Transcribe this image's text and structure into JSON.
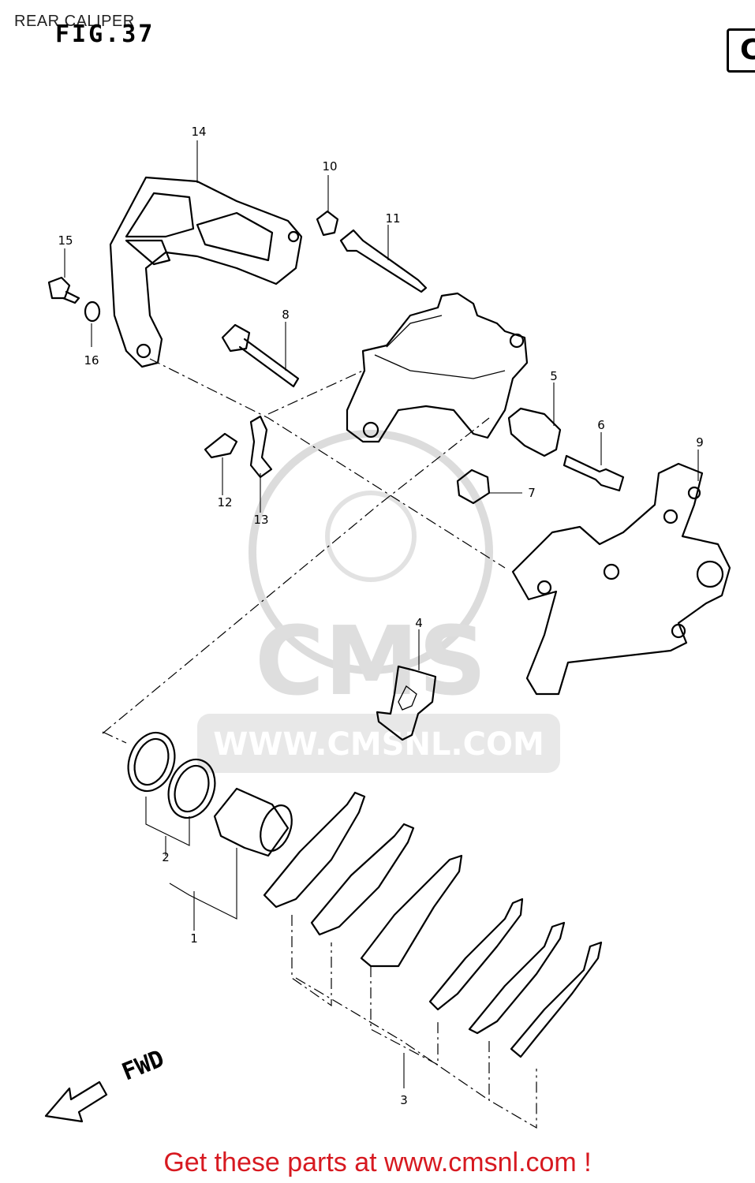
{
  "header": {
    "title": "REAR CALIPER",
    "figure": "FIG.37",
    "corner_letter": "C"
  },
  "watermark": {
    "logo_text": "CMS",
    "url_text": "WWW.CMSNL.COM"
  },
  "callouts": [
    "1",
    "2",
    "3",
    "4",
    "5",
    "6",
    "7",
    "8",
    "9",
    "10",
    "11",
    "12",
    "13",
    "14",
    "15",
    "16"
  ],
  "fwd_label": "FWD",
  "footer": {
    "text": "Get these parts at www.cmsnl.com !"
  }
}
